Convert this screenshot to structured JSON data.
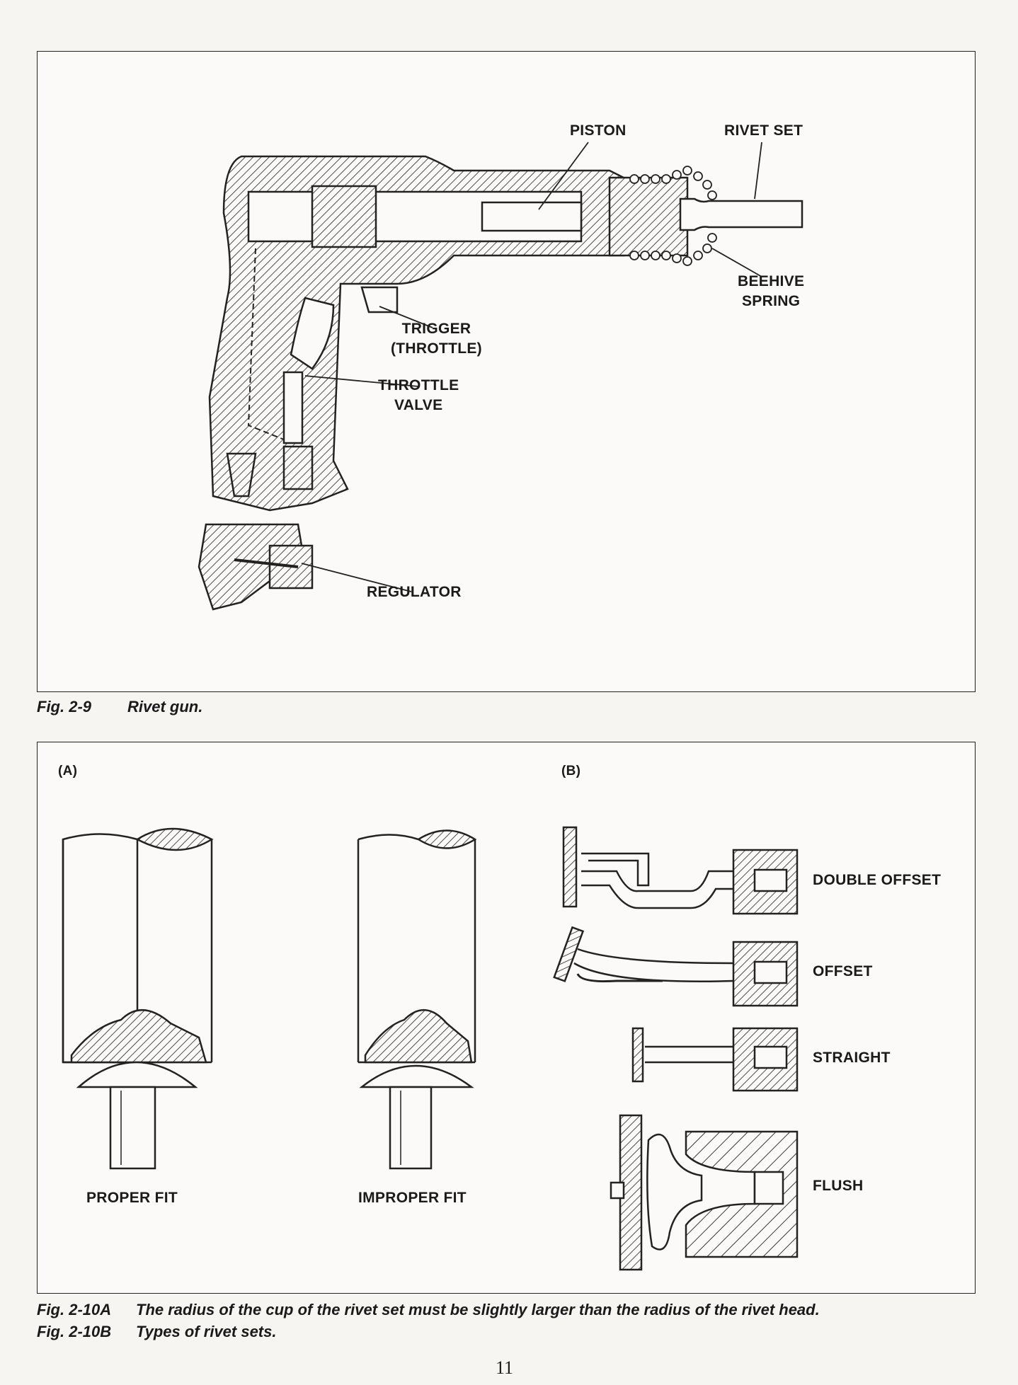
{
  "figure_2_9": {
    "labels": {
      "piston": "PISTON",
      "rivet_set": "RIVET SET",
      "beehive_spring_1": "BEEHIVE",
      "beehive_spring_2": "SPRING",
      "trigger_1": "TRIGGER",
      "trigger_2": "(THROTTLE)",
      "throttle_valve_1": "THROTTLE",
      "throttle_valve_2": "VALVE",
      "regulator": "REGULATOR"
    },
    "caption_number": "Fig. 2-9",
    "caption_text": "Rivet gun."
  },
  "figure_2_10": {
    "panel_a": "(A)",
    "panel_b": "(B)",
    "proper_fit": "PROPER FIT",
    "improper_fit": "IMPROPER FIT",
    "set_types": [
      "DOUBLE OFFSET",
      "OFFSET",
      "STRAIGHT",
      "FLUSH"
    ],
    "caption_a_number": "Fig. 2-10A",
    "caption_a_text": "The radius of the cup of the rivet set must be slightly larger than the radius of the rivet head.",
    "caption_b_number": "Fig. 2-10B",
    "caption_b_text": "Types of rivet sets."
  },
  "page_number": "11"
}
